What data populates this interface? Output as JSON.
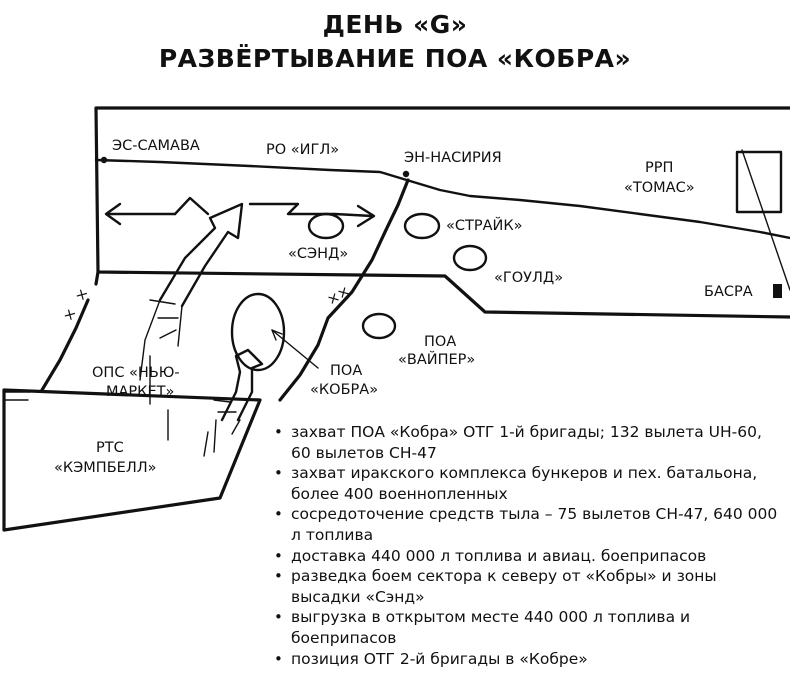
{
  "title": {
    "line1": "ДЕНЬ «G»",
    "line2": "РАЗВЁРТЫВАНИЕ ПОА «КОБРА»"
  },
  "map": {
    "places": {
      "samawa": "ЭС-САМАВА",
      "nasiriya": "ЭН-НАСИРИЯ",
      "basra": "БАСРА"
    },
    "zones": {
      "igl": "РО «ИГЛ»",
      "sand": "«СЭНД»",
      "strike": "«СТРАЙК»",
      "gould": "«ГОУЛД»",
      "thomas_line1": "РРП",
      "thomas_line2": "«ТОМАС»",
      "viper_line1": "ПОА",
      "viper_line2": "«ВАЙПЕР»",
      "cobra_line1": "ПОА",
      "cobra_line2": "«КОБРА»",
      "newmarket_line1": "ОПС «НЬЮ-",
      "newmarket_line2": "МАРКЕТ»",
      "campbell_line1": "РТС",
      "campbell_line2": "«КЭМПБЕЛЛ»"
    }
  },
  "bullets": [
    "захват ПОА «Кобра» ОТГ 1-й бригады; 132 вылета UH-60, 60 вылетов CH-47",
    "захват иракского комплекса бункеров и пех. батальона, более 400 военнопленных",
    "сосредоточение средств тыла – 75 вылетов CH-47, 640 000 л топлива",
    "доставка 440 000 л топлива и авиац. боеприпасов",
    "разведка боем сектора к северу от «Кобры» и зоны высадки «Сэнд»",
    "выгрузка в открытом месте 440 000 л топлива и боеприпасов",
    "позиция ОТГ 2-й бригады в «Кобре»"
  ],
  "bullet_symbol": "•"
}
